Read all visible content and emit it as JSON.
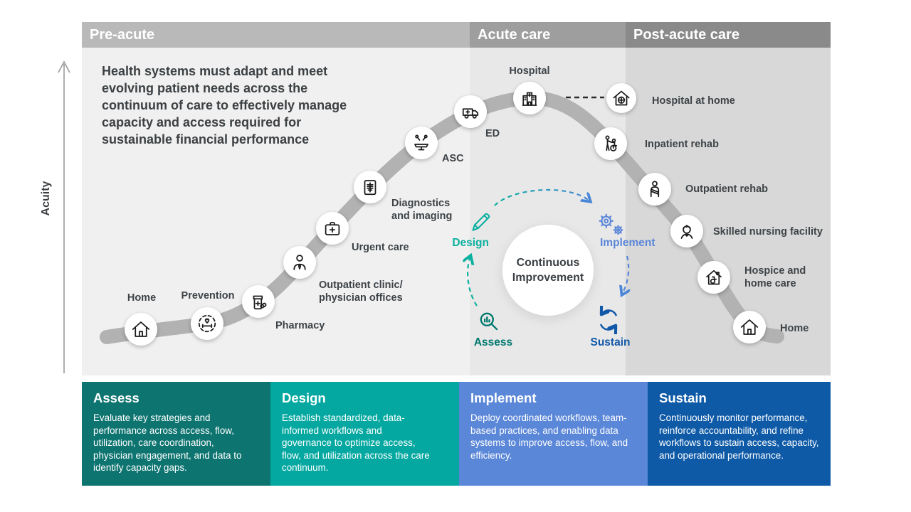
{
  "sections": [
    {
      "label": "Pre-acute"
    },
    {
      "label": "Acute care"
    },
    {
      "label": "Post-acute care"
    }
  ],
  "axis": {
    "label": "Acuity"
  },
  "intro": {
    "text": "Health systems must adapt and meet evolving patient needs across the continuum of care to effectively manage capacity and access required for sustainable financial performance"
  },
  "nodes": [
    {
      "label": "Home",
      "icon": "house-icon"
    },
    {
      "label": "Prevention",
      "icon": "prevention-icon"
    },
    {
      "label": "Pharmacy",
      "icon": "pill-bottle-icon"
    },
    {
      "label": "Outpatient clinic/ physician offices",
      "icon": "doctor-icon"
    },
    {
      "label": "Urgent care",
      "icon": "first-aid-bag-icon"
    },
    {
      "label": "Diagnostics and imaging",
      "icon": "xray-icon"
    },
    {
      "label": "ASC",
      "icon": "operating-table-icon"
    },
    {
      "label": "ED",
      "icon": "ambulance-icon"
    },
    {
      "label": "Hospital",
      "icon": "hospital-building-icon"
    },
    {
      "label": "Hospital at home",
      "icon": "house-cross-icon"
    },
    {
      "label": "Inpatient rehab",
      "icon": "wheelchair-assist-icon"
    },
    {
      "label": "Outpatient rehab",
      "icon": "arm-sling-icon"
    },
    {
      "label": "Skilled nursing facility",
      "icon": "nurse-icon"
    },
    {
      "label": "Hospice and home care",
      "icon": "hospice-house-icon"
    },
    {
      "label": "Home",
      "icon": "house-icon"
    }
  ],
  "cycle": {
    "center_label": "Continuous Improvement",
    "steps": [
      {
        "label": "Design",
        "color": "#0cb0a0",
        "icon": "pencil-icon"
      },
      {
        "label": "Implement",
        "color": "#5b87d8",
        "icon": "gears-icon"
      },
      {
        "label": "Assess",
        "color": "#00786e",
        "icon": "magnifier-chart-icon"
      },
      {
        "label": "Sustain",
        "color": "#1158a8",
        "icon": "sync-arrows-icon"
      }
    ]
  },
  "phases": [
    {
      "title": "Assess",
      "color": "#0d7470",
      "description": "Evaluate key strategies and performance across access, flow, utilization, care coordination, physician engagement, and data to identify capacity gaps."
    },
    {
      "title": "Design",
      "color": "#04a8a0",
      "description": "Establish standardized, data-informed workflows and governance to optimize access, flow, and utilization across the care continuum."
    },
    {
      "title": "Implement",
      "color": "#5b87d8",
      "description": "Deploy coordinated workflows, team-based practices, and enabling data systems to improve access, flow, and efficiency."
    },
    {
      "title": "Sustain",
      "color": "#0e5aa7",
      "description": "Continuously monitor performance, reinforce accountability, and refine workflows to sustain access, capacity, and operational performance."
    }
  ],
  "colors": {
    "header_pre": "#b9b9b9",
    "header_acute": "#9e9e9e",
    "header_post": "#8a8a8a",
    "bg_pre": "#f0f0f0",
    "bg_acute": "#e8e8e8",
    "bg_post": "#d8d8d8",
    "path_gray": "#b2b2b2"
  }
}
